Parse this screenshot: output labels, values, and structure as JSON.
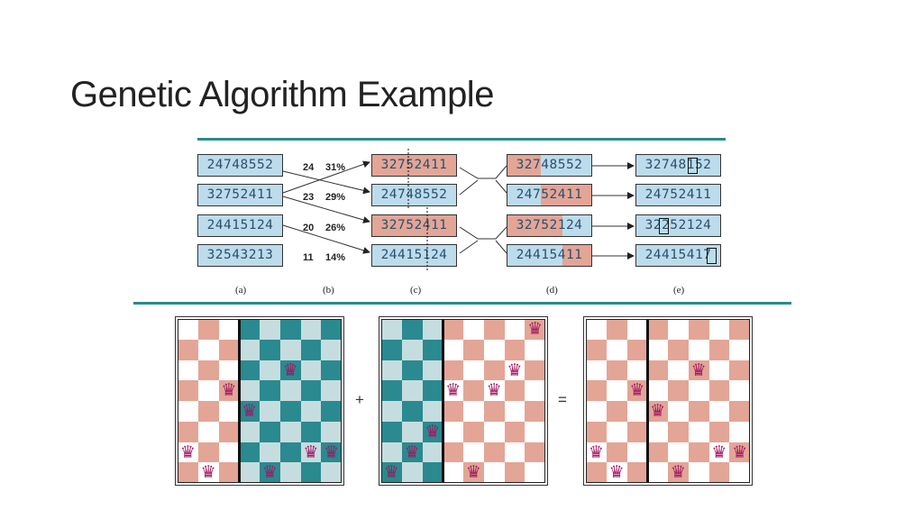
{
  "title": "Genetic Algorithm Example",
  "population": [
    {
      "digits": "24748552",
      "fitness": "24",
      "percent": "31%"
    },
    {
      "digits": "32752411",
      "fitness": "23",
      "percent": "29%"
    },
    {
      "digits": "24415124",
      "fitness": "20",
      "percent": "26%"
    },
    {
      "digits": "32543213",
      "fitness": "11",
      "percent": "14%"
    }
  ],
  "selection": [
    "32752411",
    "24748552",
    "32752411",
    "24415124"
  ],
  "crossover": [
    "32748552",
    "24752411",
    "32752124",
    "24415411"
  ],
  "mutation": [
    "32748152",
    "24752411",
    "32252124",
    "24415417"
  ],
  "captions": [
    "(a)",
    "(b)",
    "(c)",
    "(d)",
    "(e)"
  ],
  "operators": {
    "plus": "+",
    "equals": "="
  },
  "boards": [
    {
      "queens": [
        6,
        7,
        3,
        4,
        7,
        2,
        6,
        6
      ]
    },
    {
      "queens": [
        7,
        6,
        5,
        3,
        7,
        3,
        2,
        0
      ]
    },
    {
      "queens": [
        6,
        7,
        3,
        4,
        7,
        2,
        6,
        6
      ]
    }
  ],
  "colors": {
    "accent": "#2a8a8f",
    "pink": "#e3a596",
    "blue": "#bcdcec",
    "teal": "#2a8a8f",
    "light_teal": "#c6dde0",
    "queen": "#a11a63"
  }
}
